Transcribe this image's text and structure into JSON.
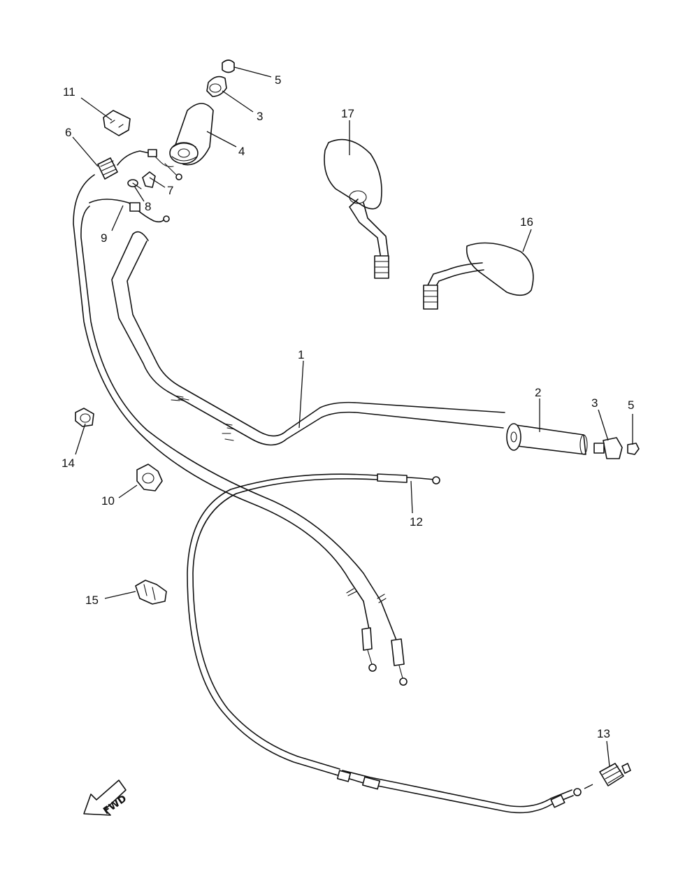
{
  "diagram": {
    "callouts": [
      {
        "id": "c1",
        "label": "1"
      },
      {
        "id": "c2",
        "label": "2"
      },
      {
        "id": "c3a",
        "label": "3"
      },
      {
        "id": "c3b",
        "label": "3"
      },
      {
        "id": "c4",
        "label": "4"
      },
      {
        "id": "c5a",
        "label": "5"
      },
      {
        "id": "c5b",
        "label": "5"
      },
      {
        "id": "c6",
        "label": "6"
      },
      {
        "id": "c7",
        "label": "7"
      },
      {
        "id": "c8",
        "label": "8"
      },
      {
        "id": "c9",
        "label": "9"
      },
      {
        "id": "c10",
        "label": "10"
      },
      {
        "id": "c11",
        "label": "11"
      },
      {
        "id": "c12",
        "label": "12"
      },
      {
        "id": "c13",
        "label": "13"
      },
      {
        "id": "c14",
        "label": "14"
      },
      {
        "id": "c15",
        "label": "15"
      },
      {
        "id": "c16",
        "label": "16"
      },
      {
        "id": "c17",
        "label": "17"
      }
    ],
    "direction_arrow": {
      "label": "FWD"
    }
  }
}
